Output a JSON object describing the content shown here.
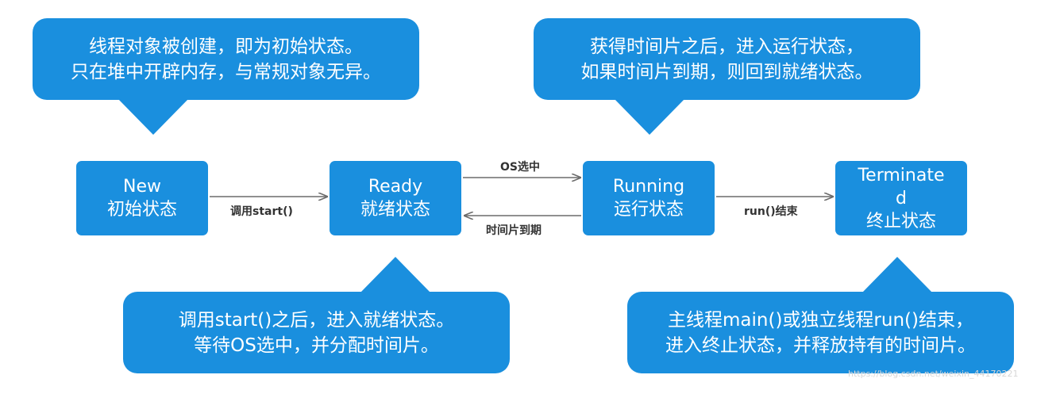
{
  "callouts": {
    "new": {
      "line1": "线程对象被创建，即为初始状态。",
      "line2": "只在堆中开辟内存，与常规对象无异。"
    },
    "running": {
      "line1": "获得时间片之后，进入运行状态，",
      "line2": "如果时间片到期，则回到就绪状态。"
    },
    "ready": {
      "line1": "调用start()之后，进入就绪状态。",
      "line2": "等待OS选中，并分配时间片。"
    },
    "terminated": {
      "line1": "主线程main()或独立线程run()结束，",
      "line2": "进入终止状态，并释放持有的时间片。"
    }
  },
  "states": {
    "new": {
      "name": "New",
      "cn": "初始状态"
    },
    "ready": {
      "name": "Ready",
      "cn": "就绪状态"
    },
    "running": {
      "name": "Running",
      "cn": "运行状态"
    },
    "terminated": {
      "name_line1": "Terminate",
      "name_line2": "d",
      "cn": "终止状态"
    }
  },
  "transitions": {
    "new_to_ready": "调用start()",
    "ready_to_running": "OS选中",
    "running_to_ready": "时间片到期",
    "running_to_terminated": "run()结束"
  },
  "watermark": "https://blog.csdn.net/weixin_44170221",
  "colors": {
    "box": "#1a8fde",
    "text": "#ffffff",
    "arrow": "#6b6b6b",
    "label": "#333333"
  }
}
